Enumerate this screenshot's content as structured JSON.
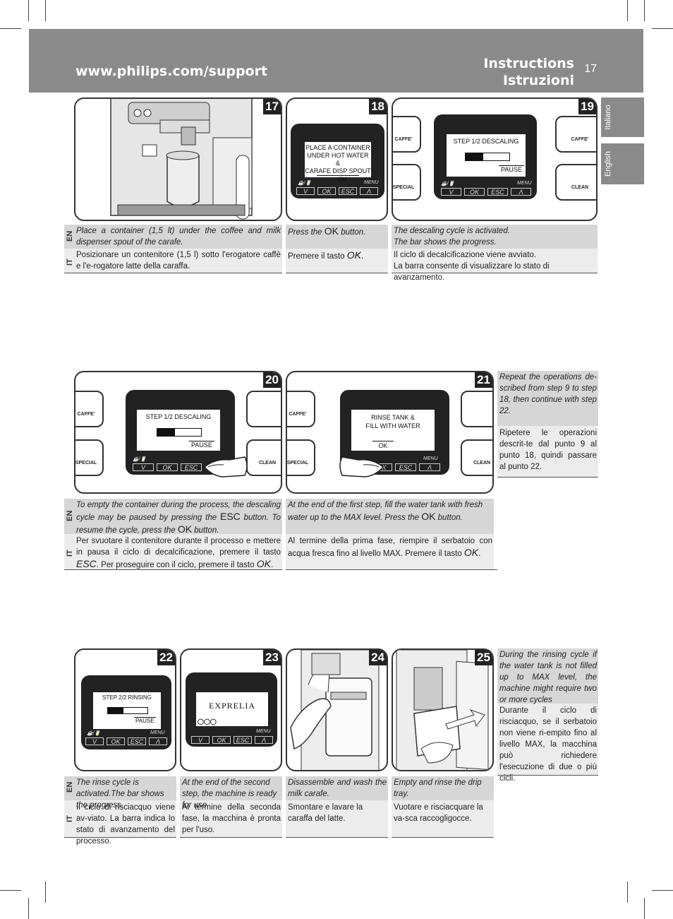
{
  "header": {
    "url": "www.philips.com/support",
    "title_en": "Instructions",
    "title_it": "Istruzioni",
    "page": "17"
  },
  "side_tabs": {
    "it": "Italiano",
    "en": "English"
  },
  "labels": {
    "en": "EN",
    "it": "IT"
  },
  "screen_keys": {
    "down": "V",
    "ok": "OK",
    "esc": "ESC",
    "up": "Λ",
    "menu": "MENU",
    "icons": "☕/🥛"
  },
  "buttons": {
    "caffe": "CAFFE'",
    "special": "SPECIAL",
    "clean": "CLEAN"
  },
  "steps": {
    "s17": {
      "num": "17",
      "en": "Place a container (1,5 lt) under the coffee and milk dispenser spout of the carafe.",
      "it": "Posizionare un contenitore (1,5 l) sotto l'erogatore caffè e l'e-rogatore latte della caraffa."
    },
    "s18": {
      "num": "18",
      "lcd1": "PLACE A CONTAINER",
      "lcd2": "UNDER HOT WATER &",
      "lcd3": "CARAFE DISP SPOUT",
      "lcd_ok": "OK",
      "en_a": "Press the",
      "en_b": "OK",
      "en_c": "button.",
      "it_a": "Premere il tasto",
      "it_b": "OK",
      "it_c": "."
    },
    "s19": {
      "num": "19",
      "lcd1": "STEP 1/2 DESCALING",
      "lcd_pause": "PAUSE",
      "progress": 0.4,
      "en1": "The descaling cycle is activated.",
      "en2": "The bar shows the progress.",
      "it1": "Il ciclo di decalcificazione viene avviato.",
      "it2": "La barra consente di visualizzare lo stato di avanzamento."
    },
    "s20": {
      "num": "20",
      "lcd1": "STEP 1/2 DESCALING",
      "lcd_pause": "PAUSE",
      "progress": 0.4,
      "en_a": "To empty the container during the process, the descaling cycle may be paused by pressing the",
      "en_b": "ESC",
      "en_c": "button. To resume the cycle, press the",
      "en_d": "OK",
      "en_e": "button.",
      "it_a": "Per svuotare il contenitore durante il processo e mettere in pausa il ciclo di decalcificazione, premere il tasto",
      "it_b": "ESC",
      "it_c": ". Per proseguire con il ciclo, premere il tasto",
      "it_d": "OK",
      "it_e": "."
    },
    "s21": {
      "num": "21",
      "lcd1": "RINSE TANK &",
      "lcd2": "FILL WITH WATER",
      "lcd_ok": "OK",
      "en_a": "At the end of the first step, fill the water tank with fresh water up to the MAX level. Press the",
      "en_b": "OK",
      "en_c": "button.",
      "it_a": "Al termine della prima fase, riempire il serbatoio con acqua fresca fino al livello MAX. Premere il tasto",
      "it_b": "OK",
      "it_c": "."
    },
    "note1": {
      "en": "Repeat the operations de-scribed from step 9 to step 18, then continue with step 22.",
      "it": "Ripetere le operazioni descrit-te dal punto 9 al punto 18, quindi passare al punto 22."
    },
    "s22": {
      "num": "22",
      "lcd1": "STEP 2/2 RINSING",
      "lcd_pause": "PAUSE",
      "progress": 0.4,
      "en": "The rinse cycle is activated.The bar shows the progress.",
      "it": "Il ciclo di risciacquo viene av-viato. La barra indica lo stato di avanzamento del processo."
    },
    "s23": {
      "num": "23",
      "lcd_brand": "EXPRELIA",
      "en": "At the end of the second step, the machine is ready for use.",
      "it": "Al termine della seconda fase, la macchina è pronta per l'uso."
    },
    "s24": {
      "num": "24",
      "en": "Disassemble and wash the milk carafe.",
      "it": "Smontare e lavare la caraffa del latte."
    },
    "s25": {
      "num": "25",
      "en": "Empty and rinse the drip tray.",
      "it": "Vuotare e risciacquare la va-sca raccogligocce."
    },
    "note2": {
      "en": "During the rinsing cycle if the water tank is not filled up to MAX level, the machine might require two or more cycles",
      "it": "Durante il ciclo di risciacquo, se il serbatoio non viene ri-empito fino al livello MAX, la macchina può richiedere l'esecuzione di due o più cicli."
    }
  }
}
